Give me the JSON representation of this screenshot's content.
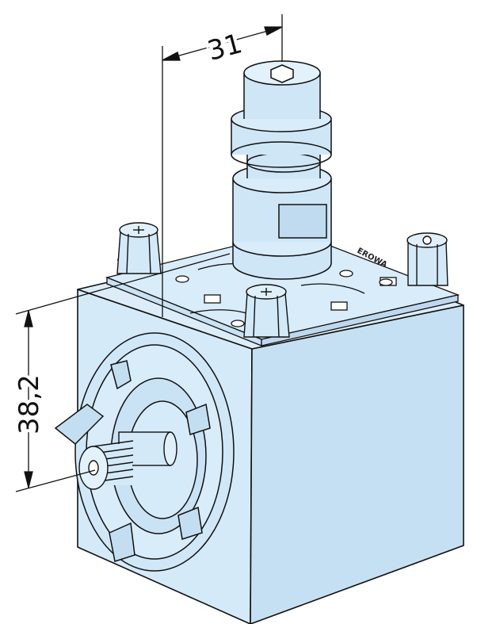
{
  "dimensions": {
    "width_label": "31",
    "height_label": "38,2"
  },
  "engraving": {
    "logo_text": "EROWA"
  },
  "colors": {
    "body_fill": "#d5eaf8",
    "shade_fill": "#c6e0f3",
    "line": "#111111",
    "background": "#ffffff"
  }
}
